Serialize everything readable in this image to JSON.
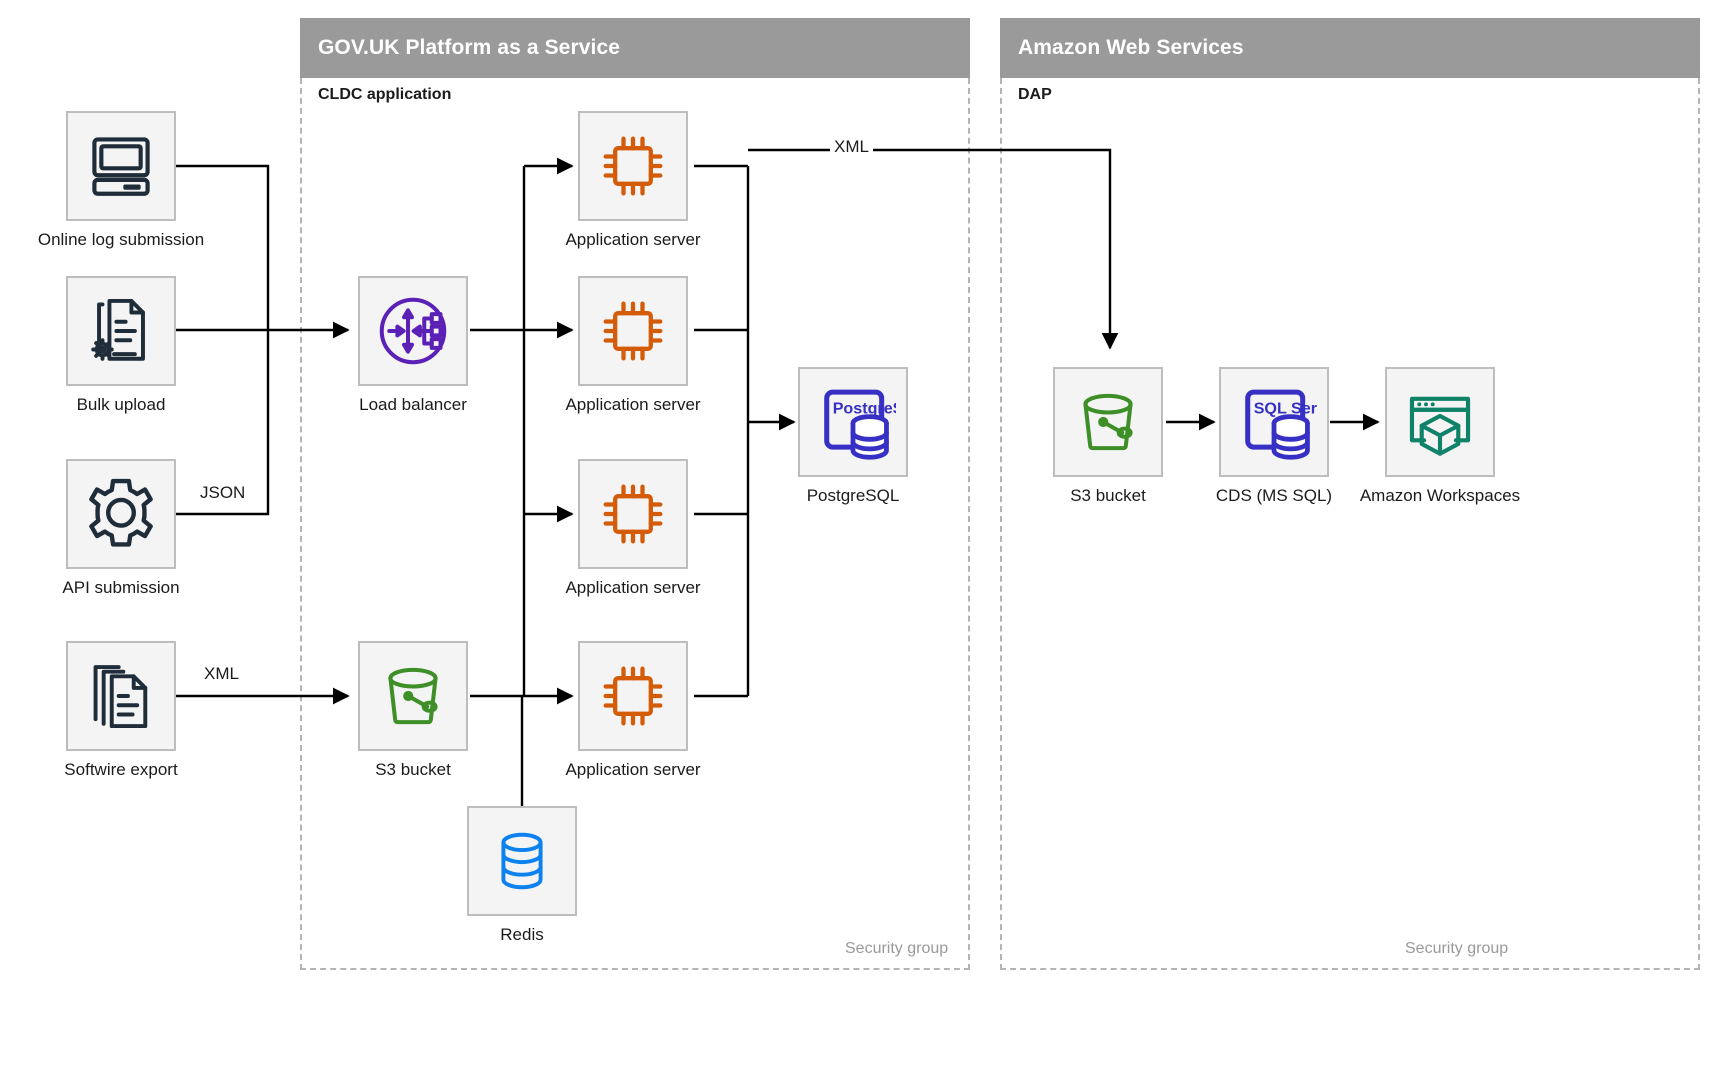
{
  "zones": [
    {
      "id": "paas",
      "title": "GOV.UK Platform as a Service",
      "sub_label": "CLDC application",
      "security_label": "Security group"
    },
    {
      "id": "aws",
      "title": "Amazon Web Services",
      "sub_label": "DAP",
      "security_label": "Security group"
    }
  ],
  "nodes": {
    "online_log": {
      "label": "Online log submission",
      "icon": "desktop-computer-icon"
    },
    "bulk_upload": {
      "label": "Bulk upload",
      "icon": "document-gear-icon"
    },
    "api_sub": {
      "label": "API submission",
      "icon": "gear-icon"
    },
    "softwire": {
      "label": "Softwire export",
      "icon": "document-stack-icon"
    },
    "load_balancer": {
      "label": "Load balancer",
      "icon": "load-balancer-icon"
    },
    "s3_paas": {
      "label": "S3 bucket",
      "icon": "bucket-icon"
    },
    "app1": {
      "label": "Application server",
      "icon": "cpu-chip-icon"
    },
    "app2": {
      "label": "Application server",
      "icon": "cpu-chip-icon"
    },
    "app3": {
      "label": "Application server",
      "icon": "cpu-chip-icon"
    },
    "app4": {
      "label": "Application server",
      "icon": "cpu-chip-icon"
    },
    "redis": {
      "label": "Redis",
      "icon": "database-cylinder-icon"
    },
    "postgres": {
      "label": "PostgreSQL",
      "icon": "postgresql-icon",
      "badge": "PostgreSQL"
    },
    "s3_aws": {
      "label": "S3 bucket",
      "icon": "bucket-icon"
    },
    "cds": {
      "label": "CDS (MS SQL)",
      "icon": "sql-server-icon",
      "badge": "SQL Server"
    },
    "workspaces": {
      "label": "Amazon Workspaces",
      "icon": "workspaces-cube-icon"
    }
  },
  "edge_labels": {
    "api_json": "JSON",
    "softwire_xml": "XML",
    "app_to_s3_xml": "XML"
  },
  "colors": {
    "zone_header_bg": "#9a9a9a",
    "node_bg": "#f4f4f4",
    "node_border": "#bdbdbd",
    "dark_ink": "#1f2d3a",
    "orange": "#d45b07",
    "purple": "#5b21b6",
    "indigo": "#3730c4",
    "green": "#3f8f29",
    "blue": "#0d82ef",
    "teal": "#0f8268",
    "line": "#000000",
    "dashed_border": "#b4b4b4"
  }
}
